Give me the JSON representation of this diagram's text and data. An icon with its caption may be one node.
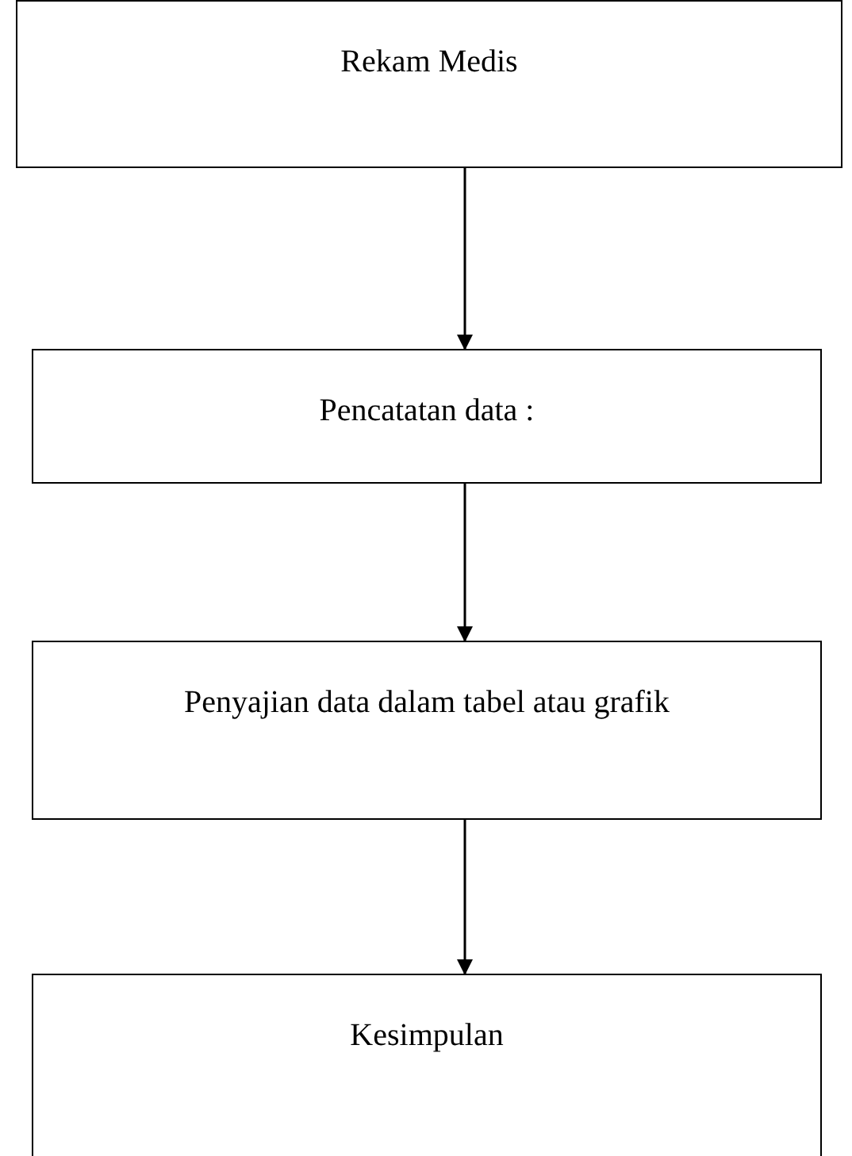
{
  "diagram": {
    "nodes": [
      {
        "text": [
          "Rekam Medis"
        ]
      },
      {
        "text": [
          "Pencatatan data :"
        ]
      },
      {
        "text": [
          "Penyajian data dalam tabel atau grafik"
        ]
      },
      {
        "text": [
          "Kesimpulan"
        ]
      }
    ],
    "edges": [
      {
        "from": 0,
        "to": 1,
        "arrow": "to"
      },
      {
        "from": 1,
        "to": 2,
        "arrow": "to"
      },
      {
        "from": 2,
        "to": 3,
        "arrow": "to"
      }
    ]
  }
}
